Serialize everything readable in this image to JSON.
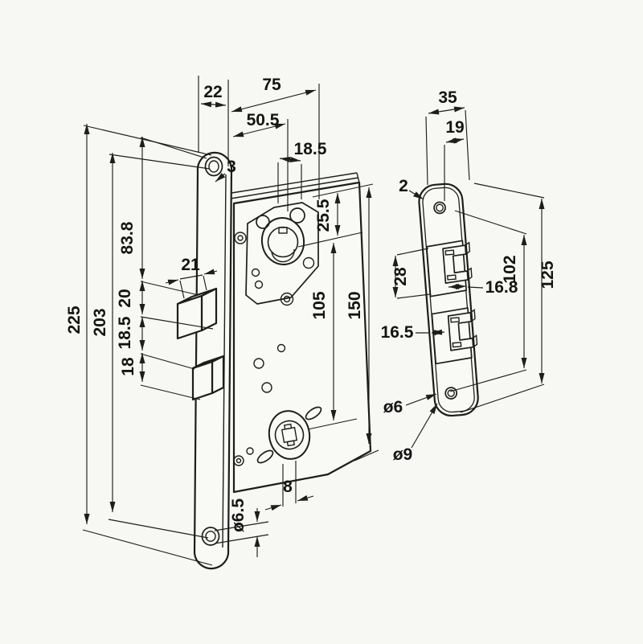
{
  "colors": {
    "background": "#f7f7f4",
    "line": "#1d1d1b",
    "text": "#141414"
  },
  "dimensions": {
    "lock": {
      "faceplate_width": "22",
      "case_depth": "75",
      "backset": "50.5",
      "cylinder_width": "18.5",
      "faceplate_thickness": "3",
      "top_to_cylinder": "25.5",
      "hole_to_latch": "83.8",
      "latch_height": "20",
      "latch_to_deadbolt": "18.5",
      "deadbolt_height": "18",
      "latch_depth": "21",
      "total_length": "225",
      "screw_hole_centers": "203",
      "cylinder_to_spindle": "105",
      "case_height": "150",
      "spindle_square": "8",
      "screw_hole_diameter": "ø6.5"
    },
    "strike": {
      "plate_width": "35",
      "edge_to_hole": "19",
      "plate_thickness": "2",
      "cutout_height": "28",
      "keep_depth": "16.5",
      "keep_width": "16.8",
      "screw_hole_centers": "102",
      "plate_length": "125",
      "hole_inner_diameter": "ø6",
      "hole_outer_diameter": "ø9"
    }
  }
}
